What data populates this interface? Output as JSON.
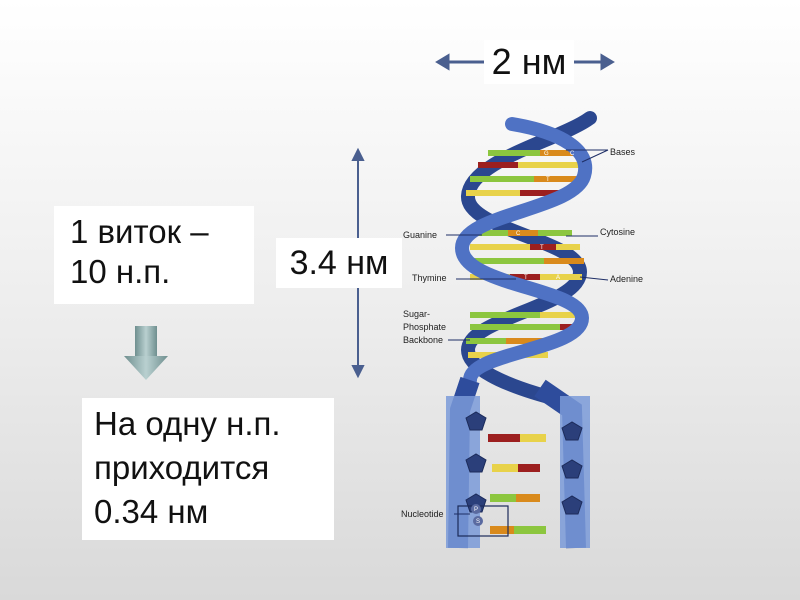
{
  "dimension_labels": {
    "helix_width": "2 нм",
    "helix_pitch": "3.4 нм"
  },
  "turn_box": {
    "line1": "1 виток –",
    "line2": "10 н.п."
  },
  "per_bp_box": {
    "line1": "На одну н.п.",
    "line2": "приходится",
    "line3": "0.34 нм"
  },
  "diagram_labels": {
    "bases": "Bases",
    "guanine": "Guanine",
    "cytosine": "Cytosine",
    "thymine": "Thymine",
    "adenine": "Adenine",
    "backbone_line1": "Sugar-",
    "backbone_line2": "Phosphate",
    "backbone_line3": "Backbone",
    "nucleotide": "Nucleotide"
  },
  "base_letters": {
    "g": "G",
    "c": "C",
    "t": "T",
    "a": "A",
    "p": "P",
    "s": "S"
  },
  "colors": {
    "backbone": "#2e4c9c",
    "backbone_light": "#4f72c4",
    "guanine": "#8cc63f",
    "cytosine": "#d98a1c",
    "thymine": "#9c1f1f",
    "adenine": "#e8d24a",
    "arrow": "#8aa8a8"
  }
}
